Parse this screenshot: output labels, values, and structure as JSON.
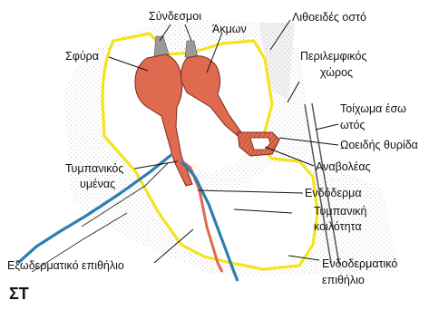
{
  "colors": {
    "bone_fill": "#eeeeee",
    "bone_stipple": "#b0b0b0",
    "endoderm_outline": "#f4e41c",
    "ossicle_red": "#e06a4f",
    "ossicle_dark": "#7a2a1c",
    "epithelium_blue": "#2b7fb0",
    "ligament_grey": "#8a8a8a",
    "line": "#111111",
    "background": "#ffffff"
  },
  "labels": {
    "syndesmoi": "Σύνδεσμοι",
    "sfyra": "Σφύρα",
    "akmon": "Άκμων",
    "lithoeides_osto": "Λιθοειδές οστό",
    "perilemfikos_line1": "Περιλεμφικός",
    "perilemfikos_line2": "χώρος",
    "toixoma_line1": "Τοίχωμα έσω",
    "toixoma_line2": "ωτός",
    "oeidis_thyrida": "Ωοειδής θυρίδα",
    "anavoleas": "Αναβολέας",
    "endoderma": "Ενδόδερμα",
    "tympanikos_line1": "Τυμπανικός",
    "tympanikos_line2": "υμένας",
    "tympaniki_line1": "Τυμπανική",
    "tympaniki_line2": "κοιλότητα",
    "exodermatiko": "Εξωδερματικό επιθήλιο",
    "endodermatiko_line1": "Ενδοδερματικό",
    "endodermatiko_line2": "επιθήλιο",
    "panel": "ΣΤ"
  }
}
